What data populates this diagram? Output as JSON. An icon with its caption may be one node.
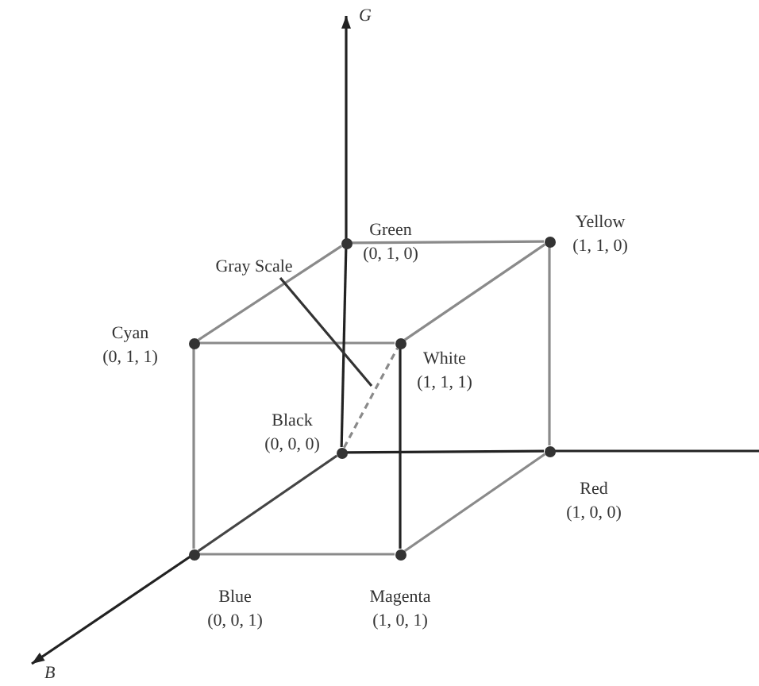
{
  "diagram": {
    "nodes": [
      {
        "text": [
          "Gray Scale"
        ]
      },
      {
        "text": [],
        "shape": "circle",
        "beside": [
          "Green",
          "(0, 1, 0)"
        ]
      },
      {
        "text": [],
        "shape": "circle",
        "beside": [
          "Yellow",
          "(1, 1, 0)"
        ]
      },
      {
        "text": [],
        "shape": "circle",
        "beside": [
          "Cyan",
          "(0, 1, 1)"
        ]
      },
      {
        "text": [],
        "shape": "circle",
        "beside": [
          "White",
          "(1, 1, 1)"
        ]
      },
      {
        "text": [],
        "shape": "circle",
        "beside": [
          "Black",
          "(0, 0, 0)"
        ]
      },
      {
        "text": [],
        "shape": "circle",
        "beside": [
          "Red",
          "(1, 0, 0)"
        ]
      },
      {
        "text": [],
        "shape": "circle",
        "beside": [
          "Blue",
          "(0, 0, 1)"
        ]
      },
      {
        "text": [],
        "shape": "circle",
        "beside": [
          "Magenta",
          "(1, 0, 1)"
        ]
      }
    ],
    "edges": [
      {
        "from": 1,
        "to": 2,
        "arrow": "none"
      },
      {
        "from": 1,
        "to": 3,
        "arrow": "none"
      },
      {
        "from": 2,
        "to": 4,
        "arrow": "none"
      },
      {
        "from": 2,
        "to": 6,
        "arrow": "none"
      },
      {
        "from": 3,
        "to": 4,
        "arrow": "none"
      },
      {
        "from": 5,
        "to": 1,
        "arrow": "none",
        "color": "#222222"
      },
      {
        "from": 5,
        "to": 6,
        "arrow": "none",
        "color": "#222222"
      },
      {
        "from": 5,
        "to": 7,
        "arrow": "none",
        "color": "#444444"
      },
      {
        "from": 3,
        "to": 7,
        "arrow": "none"
      },
      {
        "from": 4,
        "to": 8,
        "arrow": "none",
        "color": "#222222"
      },
      {
        "from": 7,
        "to": 8,
        "arrow": "none"
      },
      {
        "from": 6,
        "to": 8,
        "arrow": "none"
      },
      {
        "from": 5,
        "to": 4,
        "arrow": "none",
        "style": "dashed"
      },
      {
        "from": 0,
        "to": null,
        "arrow": "none",
        "color": "#333333"
      }
    ],
    "labels": [
      "G",
      "B"
    ]
  }
}
